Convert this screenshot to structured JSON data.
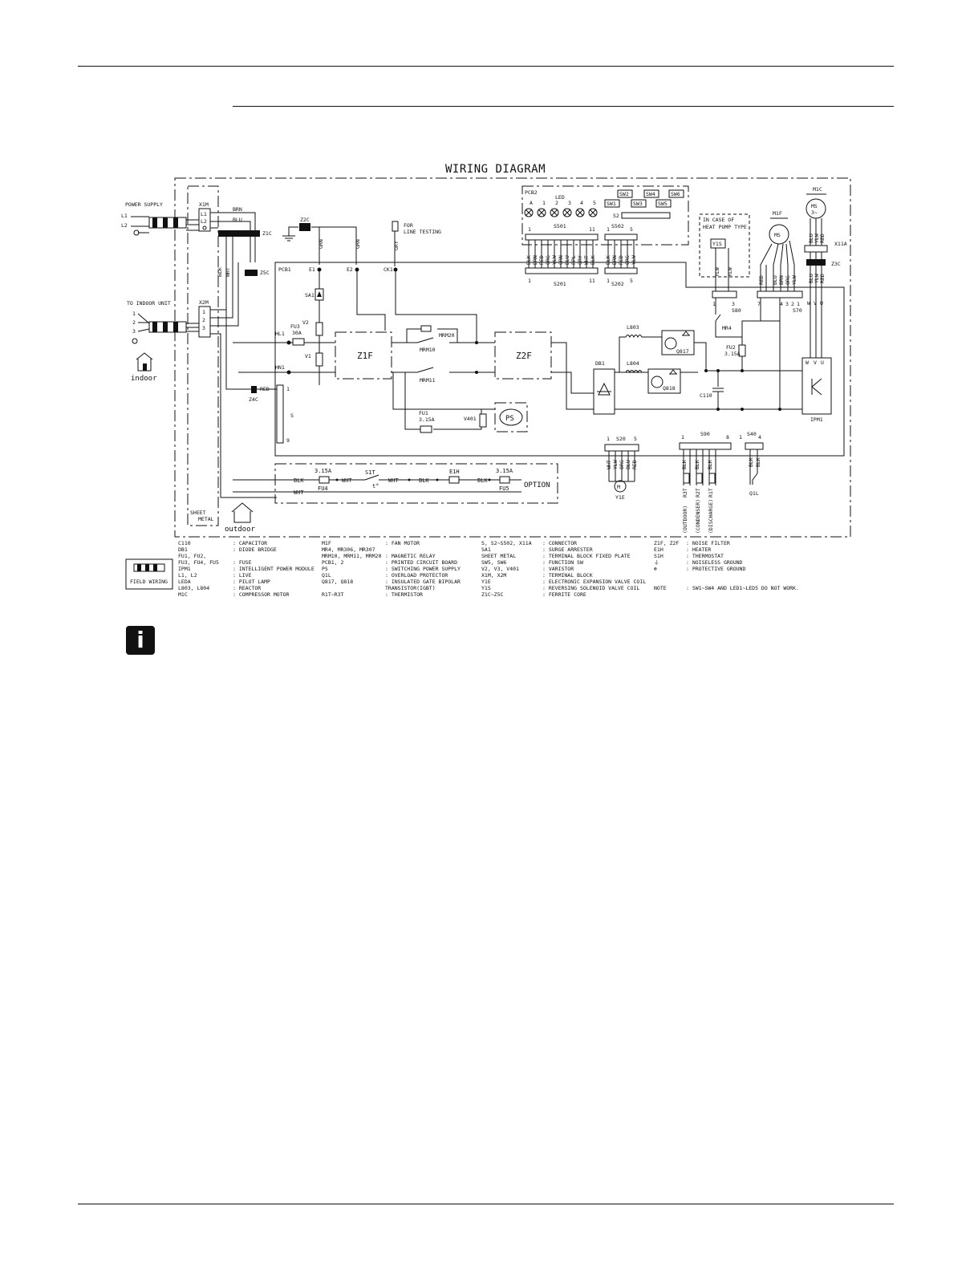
{
  "diagram": {
    "title": "WIRING DIAGRAM",
    "power_supply": {
      "label": "POWER SUPPLY",
      "l1": "L1",
      "l2": "L2"
    },
    "to_indoor": {
      "label": "TO INDOOR UNIT",
      "n1": "1",
      "n2": "2",
      "n3": "3"
    },
    "indoor_label": "indoor",
    "outdoor_label": "outdoor",
    "sheet_metal": "SHEET\nMETAL",
    "x1m": {
      "name": "X1M",
      "t1": "L1",
      "t2": "L2"
    },
    "x2m": {
      "name": "X2M",
      "t1": "1",
      "t2": "2",
      "t3": "3"
    },
    "wires": {
      "brn": "BRN",
      "blu": "BLU",
      "blk": "BLK",
      "wht": "WHT",
      "grn": "GRN",
      "gry": "GRY",
      "red": "RED",
      "yln": "YLW"
    },
    "ferrites": {
      "z1c": "Z1C",
      "z2c": "Z2C",
      "z3c": "Z3C",
      "z4c": "Z4C",
      "z5c": "Z5C"
    },
    "line_testing": "FOR\nLINE TESTING",
    "pcb1": "PCB1",
    "pcb2": "PCB2",
    "led": "LED",
    "led_nums": [
      "A",
      "1",
      "2",
      "3",
      "4",
      "5"
    ],
    "switches": [
      "SW2",
      "SW4",
      "SW6",
      "SW1",
      "SW3",
      "SW5"
    ],
    "s2": "S2",
    "s501": {
      "name": "S501",
      "a": "1",
      "b": "11"
    },
    "s502": {
      "name": "S502",
      "a": "1",
      "b": "5"
    },
    "s201": {
      "name": "S201",
      "a": "1",
      "b": "11"
    },
    "s202": {
      "name": "S202",
      "a": "1",
      "b": "5"
    },
    "s201_wires": [
      "BLK",
      "BRN",
      "RED",
      "ORG",
      "YLW",
      "GRN",
      "BLU",
      "PPL",
      "GRY",
      "WHT",
      "BLK"
    ],
    "s202_wires": [
      "BLK",
      "BRN",
      "RED",
      "ORG",
      "YLW"
    ],
    "nodes": {
      "e1": "E1",
      "e2": "E2",
      "ck1": "CK1",
      "hl1": "HL1",
      "hn1": "HN1"
    },
    "sa1": "SA1",
    "v1": "V1",
    "v2": "V2",
    "fu3": {
      "name": "FU3",
      "rating": "30A"
    },
    "z1f": "Z1F",
    "z2f": "Z2F",
    "mrm20": "MRM20",
    "mrm10": "MRM10",
    "mrm11": "MRM11",
    "fu1": {
      "name": "FU1",
      "rating": "3.15A"
    },
    "v401": "V401",
    "ps": "PS",
    "db1": "DB1",
    "l803": "L803",
    "l804": "L804",
    "q817": "Q817",
    "q818": "Q818",
    "c110": "C110",
    "fu2": {
      "name": "FU2",
      "rating": "3.15A"
    },
    "ipm1": "IPM1",
    "ipm_terms": [
      "W",
      "V",
      "U"
    ],
    "heat_pump": "IN CASE OF\nHEAT PUMP TYPE",
    "y1s": "Y1S",
    "s80": {
      "name": "S80",
      "a": "1",
      "b": "3"
    },
    "mr4": "MR4",
    "m1f": "M1F",
    "m1c": "M1C",
    "ms": "MS",
    "ms3": "MS\n3~",
    "s70": {
      "name": "S70",
      "pins": [
        "7",
        "4",
        "3",
        "2",
        "1"
      ]
    },
    "x11a": "X11A",
    "s1_conn": {
      "name": "S",
      "a": "1",
      "b": "9"
    },
    "option": {
      "label": "OPTION",
      "fu4": "FU4",
      "fu5": "FU5",
      "rating": "3.15A",
      "s1t": "S1T",
      "t": "t°",
      "e1h": "E1H"
    },
    "s20": {
      "name": "S20",
      "a": "1",
      "b": "5"
    },
    "y1e": "Y1E",
    "s90": {
      "name": "S90",
      "a": "1",
      "b": "8"
    },
    "thermistors": [
      "R3T",
      "R2T",
      "R1T"
    ],
    "therm_labels": [
      "(OUTDOOR)",
      "(CONDENSER)",
      "(DISCHARGE)"
    ],
    "s40": {
      "name": "S40",
      "a": "1",
      "b": "4"
    },
    "q1l": "Q1L",
    "field_wiring": "FIELD WIRING",
    "legend": [
      [
        "C110",
        ": CAPACITOR",
        "M1F",
        ": FAN MOTOR",
        "S, S2~S502, X11A",
        ": CONNECTOR",
        "Z1F, Z2F",
        ": NOISE FILTER"
      ],
      [
        "DB1",
        ": DIODE BRIDGE",
        "MR4, MR306, MR307",
        "",
        "SA1",
        ": SURGE ARRESTER",
        "E1H",
        ": HEATER"
      ],
      [
        "FU1, FU2,",
        "",
        "MRM10, MRM11, MRM20",
        ": MAGNETIC RELAY",
        "SHEET METAL",
        ": TERMINAL BLOCK FIXED PLATE",
        "S1H",
        ": THERMOSTAT"
      ],
      [
        "FU3, FU4, FU5",
        ": FUSE",
        "PCB1, 2",
        ": PRINTED CIRCUIT BOARD",
        "SW5, SW6",
        ": FUNCTION SW",
        "⏚",
        ": NOISELESS GROUND"
      ],
      [
        "IPM1",
        ": INTELLIGENT POWER MODULE",
        "PS",
        ": SWITCHING POWER SUPPLY",
        "V2, V3, V401",
        ": VARISTOR",
        "⊕",
        ": PROTECTIVE GROUND"
      ],
      [
        "L1, L2",
        ": LIVE",
        "Q1L",
        ": OVERLOAD PROTECTOR",
        "X1M, X2M",
        ": TERMINAL BLOCK",
        "",
        ""
      ],
      [
        "LEDA",
        ": PILOT LAMP",
        "Q817, Q818",
        ": INSULATED GATE BIPOLAR",
        "Y1E",
        ": ELECTRONIC EXPANSION VALVE COIL",
        "",
        ""
      ],
      [
        "L803, L804",
        ": REACTOR",
        "",
        "TRANSISTOR(IGBT)",
        "Y1S",
        ": REVERSING SOLENOID VALVE COIL",
        "NOTE",
        ": SW1~SW4 AND LED1~LED5 DO NOT WORK."
      ],
      [
        "M1C",
        ": COMPRESSOR MOTOR",
        "R1T~R3T",
        ": THERMISTOR",
        "Z1C~Z5C",
        ": FERRITE CORE",
        "",
        ""
      ]
    ]
  },
  "info_icon": "i"
}
